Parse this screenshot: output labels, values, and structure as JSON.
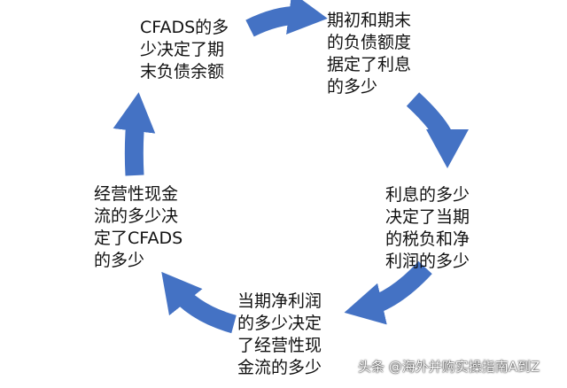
{
  "diagram": {
    "accent_color": "#4472C4",
    "nodes": [
      {
        "id": "cfads-determines-ending-debt",
        "text": "CFADS的多\n少决定了期\n末负债余额"
      },
      {
        "id": "debt-determines-interest",
        "text": "期初和期末\n的负债额度\n据定了利息\n的多少"
      },
      {
        "id": "interest-determines-tax-net-profit",
        "text": "利息的多少\n决定了当期\n的税负和净\n利润的多少"
      },
      {
        "id": "net-profit-determines-operating-cash",
        "text": "当期净利润\n的多少决定\n了经营性现\n金流的多少"
      },
      {
        "id": "operating-cash-determines-cfads",
        "text": "经营性现金\n流的多少决\n定了CFADS\n的多少"
      }
    ],
    "edges": [
      {
        "from": "cfads-determines-ending-debt",
        "to": "debt-determines-interest"
      },
      {
        "from": "debt-determines-interest",
        "to": "interest-determines-tax-net-profit"
      },
      {
        "from": "interest-determines-tax-net-profit",
        "to": "net-profit-determines-operating-cash"
      },
      {
        "from": "net-profit-determines-operating-cash",
        "to": "operating-cash-determines-cfads"
      },
      {
        "from": "operating-cash-determines-cfads",
        "to": "cfads-determines-ending-debt"
      }
    ]
  },
  "watermark": "头条 @海外并购实操指南A到Z"
}
